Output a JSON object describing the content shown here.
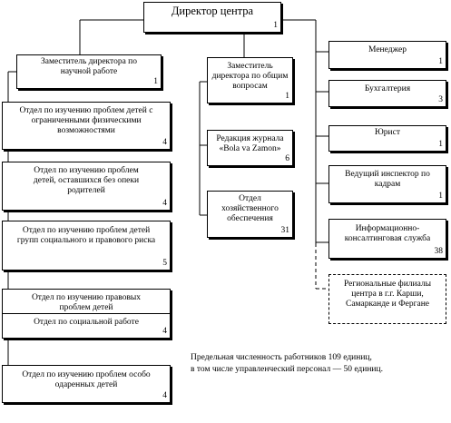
{
  "director": {
    "title": "Директор центра",
    "count": "1"
  },
  "left_column": [
    {
      "id": "deputy-science",
      "title": "Заместитель директора по научной работе",
      "count": "1"
    },
    {
      "id": "dept-disabilities",
      "title": "Отдел по изучению проблем детей с ограниченными физическими возможностями",
      "count": "4"
    },
    {
      "id": "dept-orphans",
      "title": "Отдел по изучению проблем детей, оставшихся без опеки родителей",
      "count": "4"
    },
    {
      "id": "dept-social-legal",
      "title": "Отдел по изучению проблем детей групп социального и правового риска",
      "count": "5"
    },
    {
      "id": "dept-legal",
      "title": "Отдел по изучению правовых проблем детей",
      "count": "4"
    },
    {
      "id": "dept-social-work",
      "title": "Отдел по социальной работе",
      "count": "4"
    },
    {
      "id": "dept-gifted",
      "title": "Отдел по изучению проблем особо одаренных детей",
      "count": "4"
    }
  ],
  "middle_column": [
    {
      "id": "deputy-general",
      "title": "Заместитель директора по общим вопросам",
      "count": "1"
    },
    {
      "id": "editorial",
      "title": "Редакция журнала «Bola va Zamon»",
      "count": "6"
    },
    {
      "id": "dept-supply",
      "title": "Отдел хозяйственного обеспечения",
      "count": "31"
    }
  ],
  "right_column": [
    {
      "id": "manager",
      "title": "Менеджер",
      "count": "1"
    },
    {
      "id": "accounting",
      "title": "Бухгалтерия",
      "count": "3"
    },
    {
      "id": "lawyer",
      "title": "Юрист",
      "count": "1"
    },
    {
      "id": "hr-inspector",
      "title": "Ведущий инспектор по кадрам",
      "count": "1"
    },
    {
      "id": "info-service",
      "title": "Информационно-консалтинговая служба",
      "count": "38"
    },
    {
      "id": "regional-branches",
      "title": "Региональные филиалы центра в г.г. Карши, Самарканде и Фергане",
      "count": ""
    }
  ],
  "note": {
    "line1": "Предельная численность работников 109 единиц,",
    "line2": "в том числе управленческий персонал — 50 единиц."
  }
}
